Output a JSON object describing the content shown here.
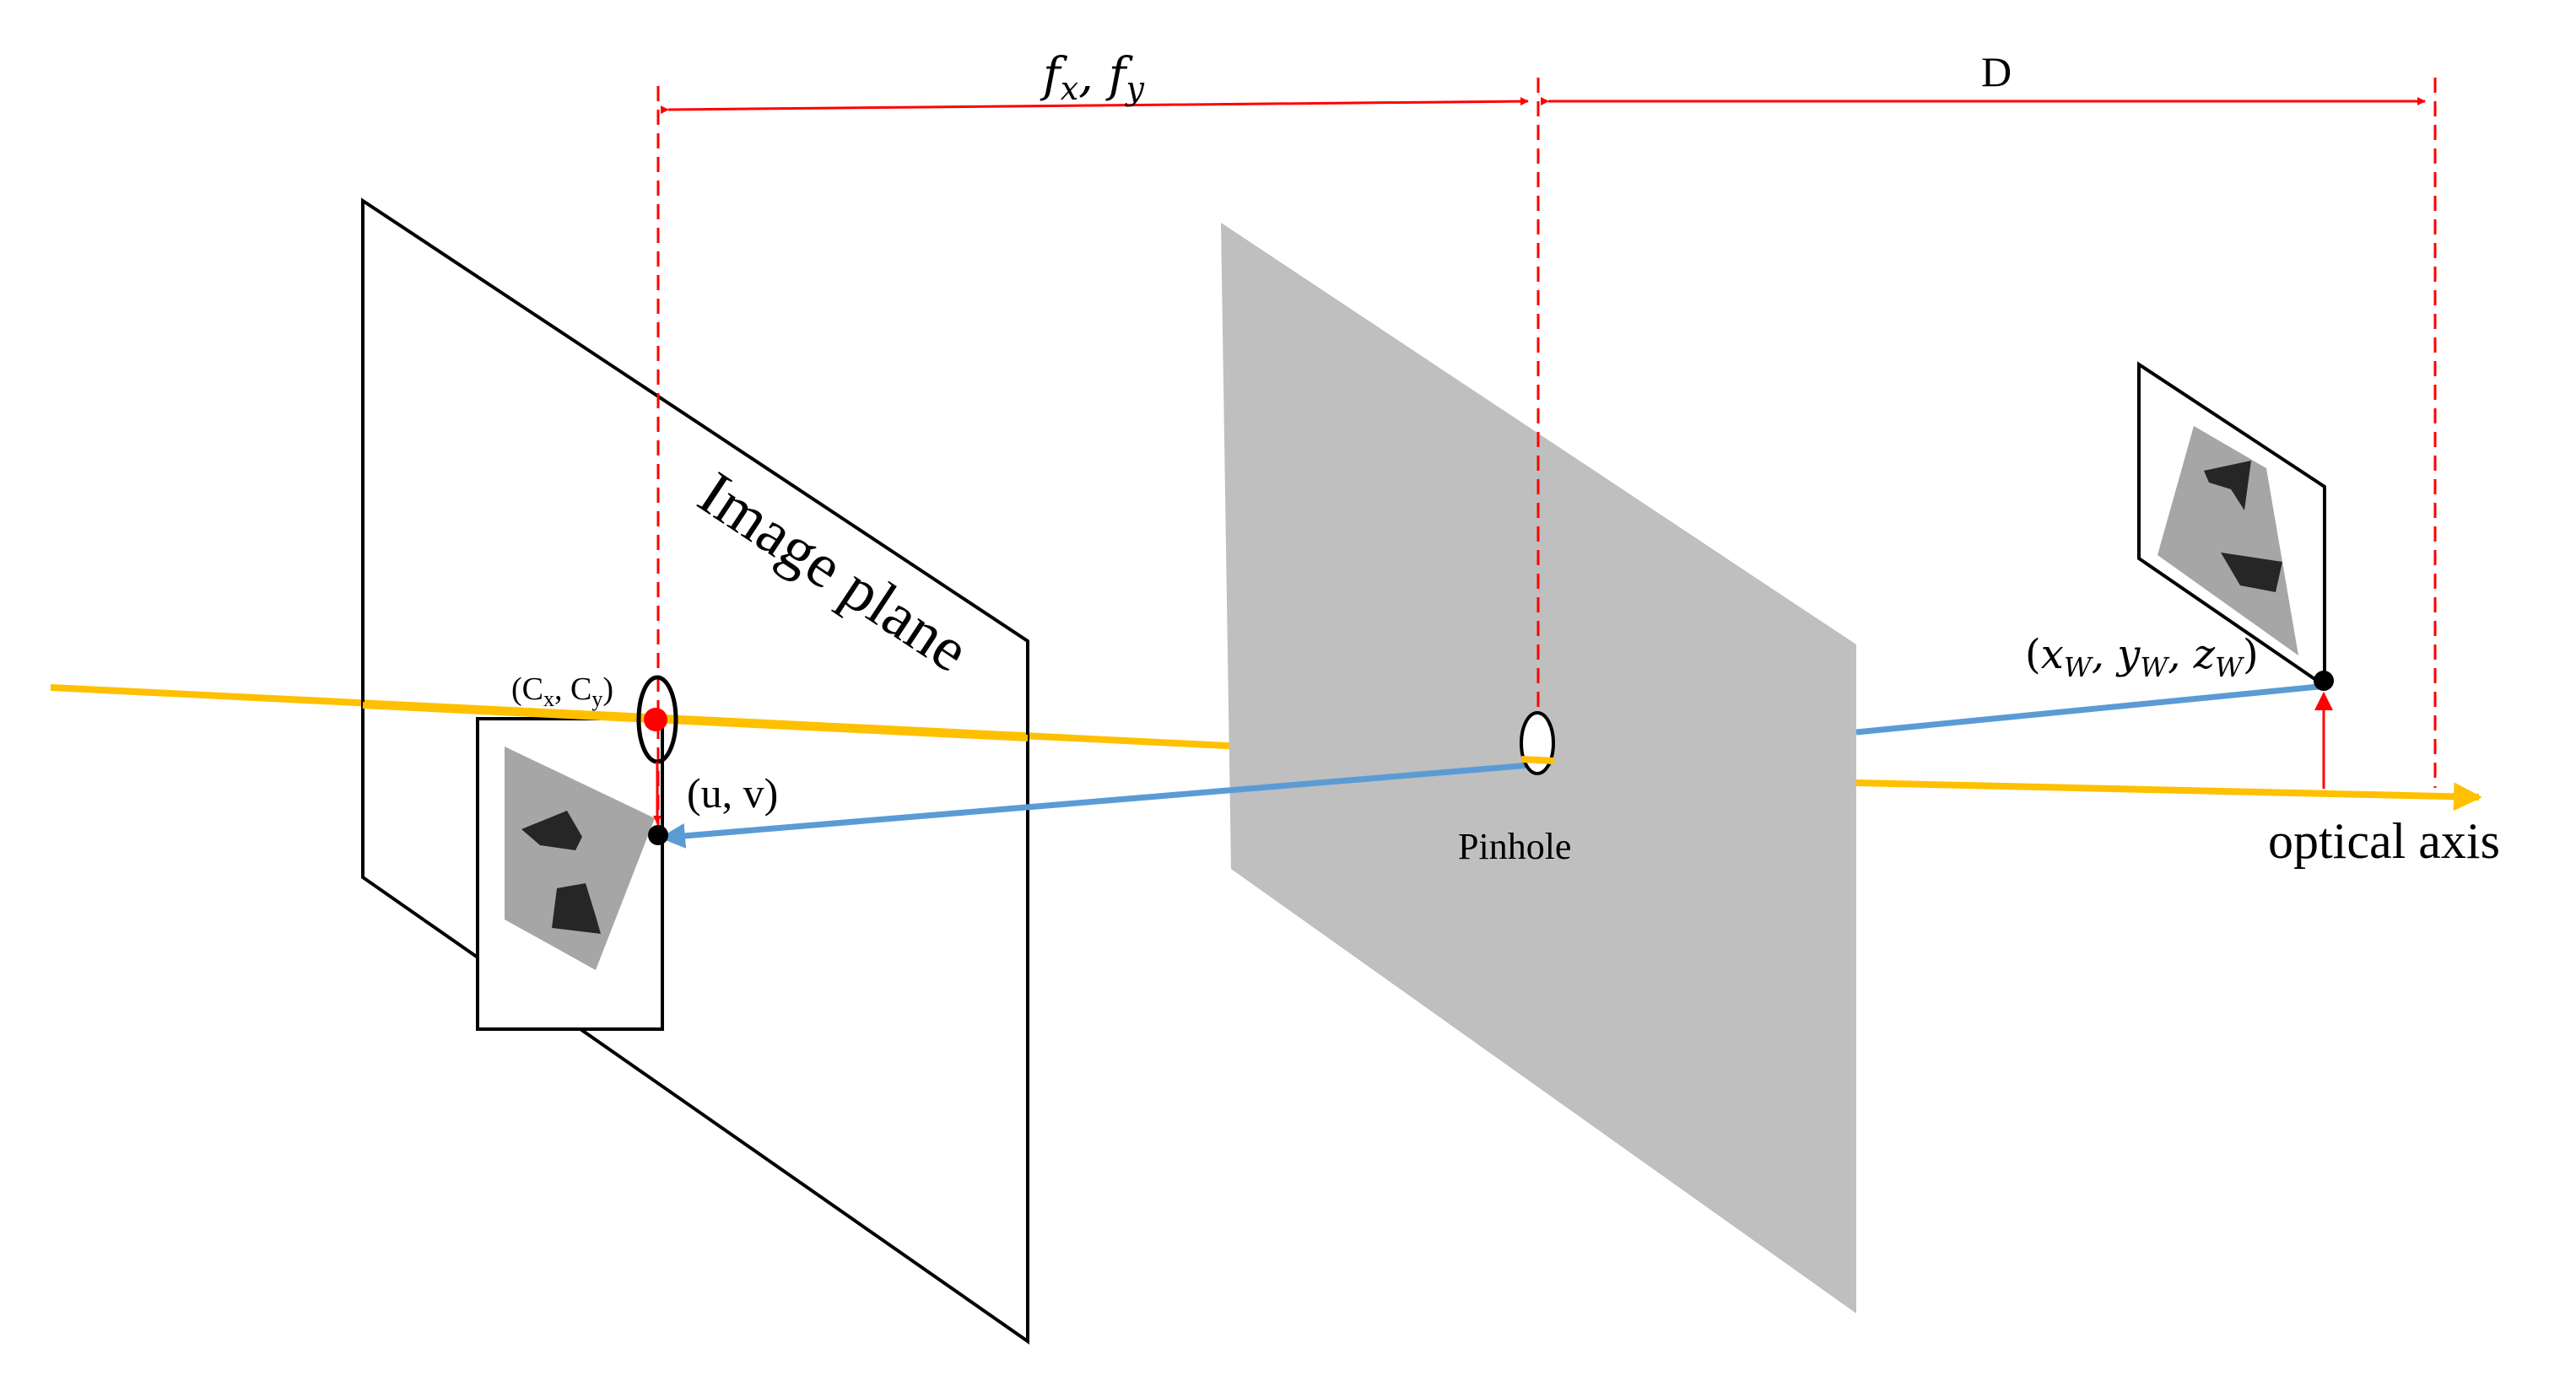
{
  "labels": {
    "focal": "fₓ, fᵧ",
    "focal_parts": {
      "f1": "f",
      "s1": "x",
      "sep": ", ",
      "f2": "f",
      "s2": "y"
    },
    "distance": "D",
    "image_plane": "Image plane",
    "principal_point": "(Cₓ, Cᵧ)",
    "principal_parts": {
      "open": "(",
      "c1": "C",
      "s1": "x",
      "sep": ", ",
      "c2": "C",
      "s2": "y",
      "close": ")"
    },
    "image_point": "(u, v)",
    "pinhole": "Pinhole",
    "world_point": "(x_W, y_W, z_W)",
    "world_parts": {
      "open": "(",
      "x": "x",
      "y": "y",
      "z": "z",
      "sub": "W",
      "sep": ", ",
      "close": ")"
    },
    "optical_axis": "optical axis"
  },
  "colors": {
    "optical_axis": "#FFC000",
    "ray": "#5B9BD5",
    "dimension": "#FF0000",
    "pinhole_plane": "#BFBFBF",
    "object_shape": "#A6A6A6",
    "object_feature": "#262626",
    "outline": "#000000"
  }
}
